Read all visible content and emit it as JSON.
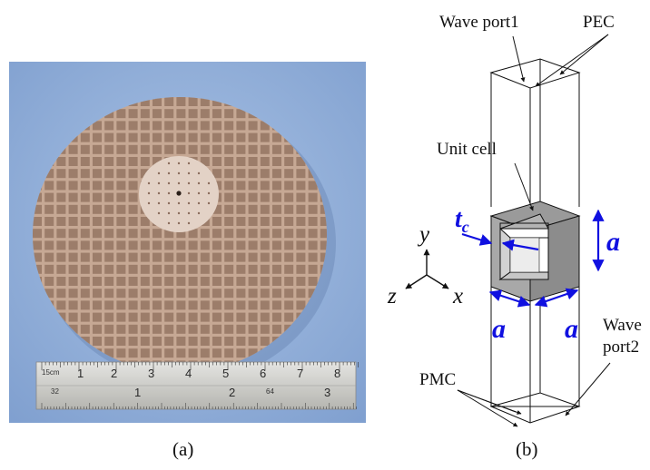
{
  "panel_a": {
    "caption": "(a)",
    "ruler": {
      "top_unit": "15cm",
      "top_numbers": [
        "1",
        "2",
        "3",
        "4",
        "5",
        "6",
        "7",
        "8"
      ],
      "bottom_small": [
        "32",
        "64"
      ],
      "bottom_numbers": [
        "1",
        "2",
        "3"
      ]
    }
  },
  "panel_b": {
    "caption": "(b)",
    "labels": {
      "wave_port1": "Wave port1",
      "pec": "PEC",
      "unit_cell": "Unit cell",
      "wave_port2_line1": "Wave",
      "wave_port2_line2": "port2",
      "pmc": "PMC"
    },
    "symbols": {
      "t": "t",
      "t_sub": "c",
      "a_right": "a",
      "a_bottom_left": "a",
      "a_bottom_right": "a"
    },
    "axes": {
      "y": "y",
      "x": "x",
      "z": "z"
    },
    "colors": {
      "annotation": "#1010e0",
      "cell_fill": "#8c8c8c",
      "cell_face": "#a8a8a8"
    }
  }
}
